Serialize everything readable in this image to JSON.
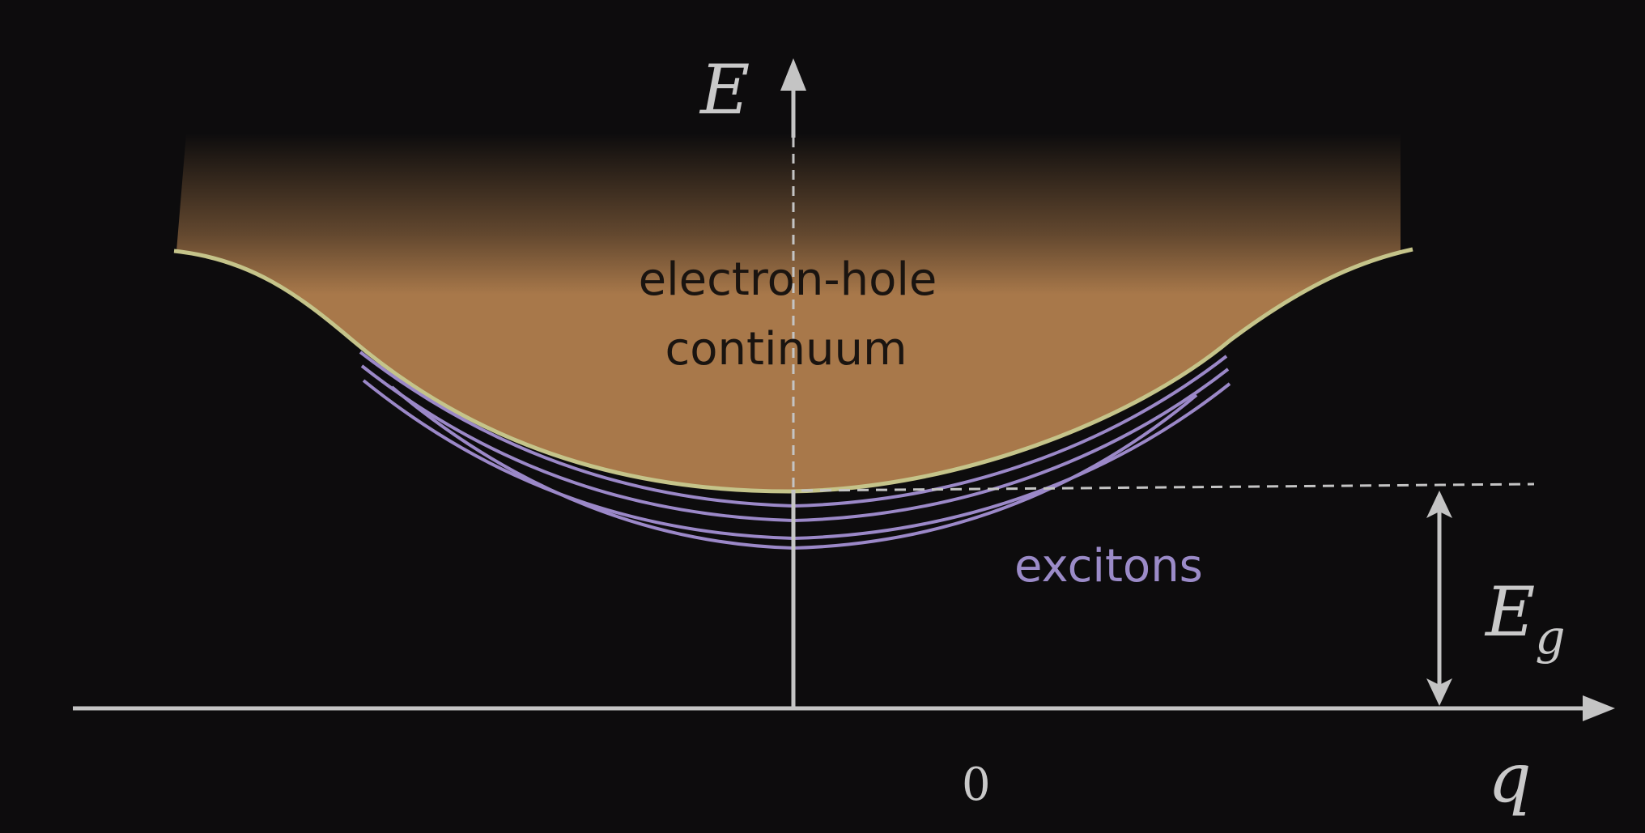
{
  "axes": {
    "y_label": "E",
    "x_label": "q",
    "origin_tick": "0"
  },
  "regions": {
    "continuum_line1": "electron-hole",
    "continuum_line2": "continuum",
    "excitons": "excitons"
  },
  "gap": {
    "symbol": "E",
    "subscript": "g"
  },
  "colors": {
    "background": "#0d0c0d",
    "axis": "#c4c4c4",
    "continuum_fill": "#a8784a",
    "continuum_edge": "#c5c48a",
    "exciton_line": "#9b88c8",
    "continuum_text": "#1a1410",
    "exciton_text": "#9b8bc8"
  }
}
